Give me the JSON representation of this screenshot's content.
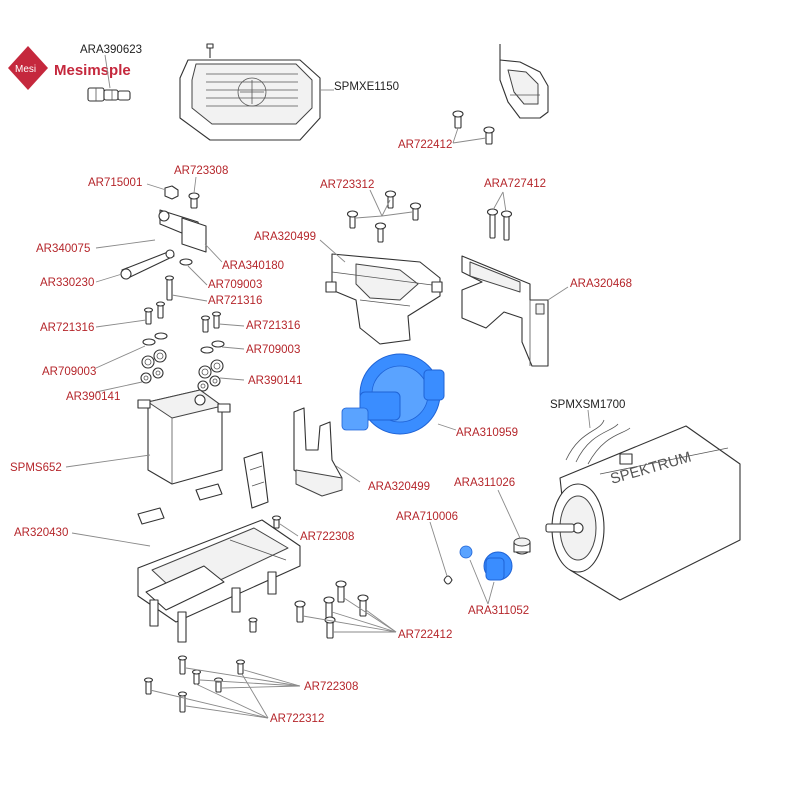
{
  "brand": {
    "logo_text": "Mesi",
    "name": "Mesimsple",
    "color": "#c5283d"
  },
  "colors": {
    "label": "#b5262b",
    "highlight": "#3a8dff",
    "line_art": "#333333"
  },
  "labels": {
    "ara390623": "ARA390623",
    "spmxe1150": "SPMXE1150",
    "ar722412_top": "AR722412",
    "ar715001": "AR715001",
    "ar723308": "AR723308",
    "ar723312": "AR723312",
    "ara727412": "ARA727412",
    "ar340075": "AR340075",
    "ara320499_top": "ARA320499",
    "ara340180": "ARA340180",
    "ar330230": "AR330230",
    "ar709003_a": "AR709003",
    "ara320468": "ARA320468",
    "ar721316_a": "AR721316",
    "ar721316_b": "AR721316",
    "ar721316_c": "AR721316",
    "ar709003_b": "AR709003",
    "ar709003_c": "AR709003",
    "ar390141_a": "AR390141",
    "ar390141_b": "AR390141",
    "ara310959": "ARA310959",
    "spmxsm1700": "SPMXSM1700",
    "spms652": "SPMS652",
    "ara320499_mid": "ARA320499",
    "ara311026": "ARA311026",
    "ara710006": "ARA710006",
    "ar320430": "AR320430",
    "ar722308_a": "AR722308",
    "ara311052": "ARA311052",
    "ar722412_bottom": "AR722412",
    "ar722308_b": "AR722308",
    "ar722312": "AR722312"
  },
  "motor_brand": "SPEKTRUM"
}
